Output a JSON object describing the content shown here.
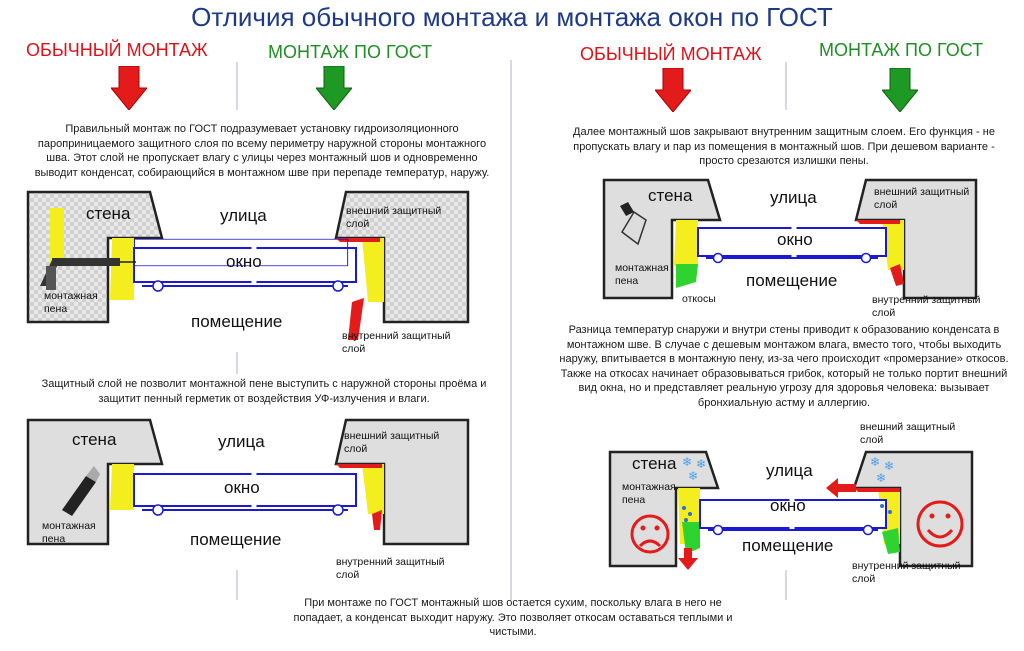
{
  "title": "Отличия обычного монтажа и монтажа окон по ГОСТ",
  "headers": {
    "left_red": "ОБЫЧНЫЙ МОНТАЖ",
    "left_green": "МОНТАЖ ПО ГОСТ",
    "right_red": "ОБЫЧНЫЙ МОНТАЖ",
    "right_green": "МОНТАЖ ПО ГОСТ"
  },
  "paragraphs": {
    "p1": "Правильный монтаж по ГОСТ подразумевает установку гидроизоляционного пароприницаемого защитного слоя по всему периметру наружной стороны монтажного шва. Этот слой не пропускает влагу с улицы через монтажный шов и одновременно выводит конденсат, собирающийся в монтажном шве при перепаде температур, наружу.",
    "p2": "Защитный слой не позволит монтажной пене выступить с наружной стороны проёма и защитит пенный герметик от воздействия УФ-излучения и влаги.",
    "p3": "Далее монтажный шов закрывают внутренним защитным слоем. Его функция - не пропускать влагу и пар из помещения в монтажный шов. При дешевом варианте - просто срезаются излишки пены.",
    "p4": "Разница температур снаружи и внутри стены приводит к образованию конденсата в монтажном шве. В случае с дешевым монтажом влага, вместо того, чтобы выходить наружу, впитывается в монтажную пену, из-за чего происходит «промерзание» откосов. Также на откосах начинает образовываться грибок, который не только портит внешний вид окна, но и представляет реальную угрозу для здоровья человека: вызывает бронхиальную астму и аллергию.",
    "p5": "При монтаже по ГОСТ монтажный шов остается сухим, поскольку влага в него не попадает, а конденсат выходит наружу. Это позволяет откосам оставаться теплыми и чистыми."
  },
  "labels": {
    "wall": "стена",
    "street": "улица",
    "window": "окно",
    "room": "помещение",
    "foam": "монтажная пена",
    "outer_layer": "внешний защитный слой",
    "inner_layer": "внутренний защитный слой",
    "slopes": "откосы"
  },
  "colors": {
    "title": "#1d3a8a",
    "red": "#d8141a",
    "green": "#1f8e25",
    "foam": "#f4ee1e",
    "wall": "#dcdcdc",
    "frame": "#1a1ad0"
  }
}
